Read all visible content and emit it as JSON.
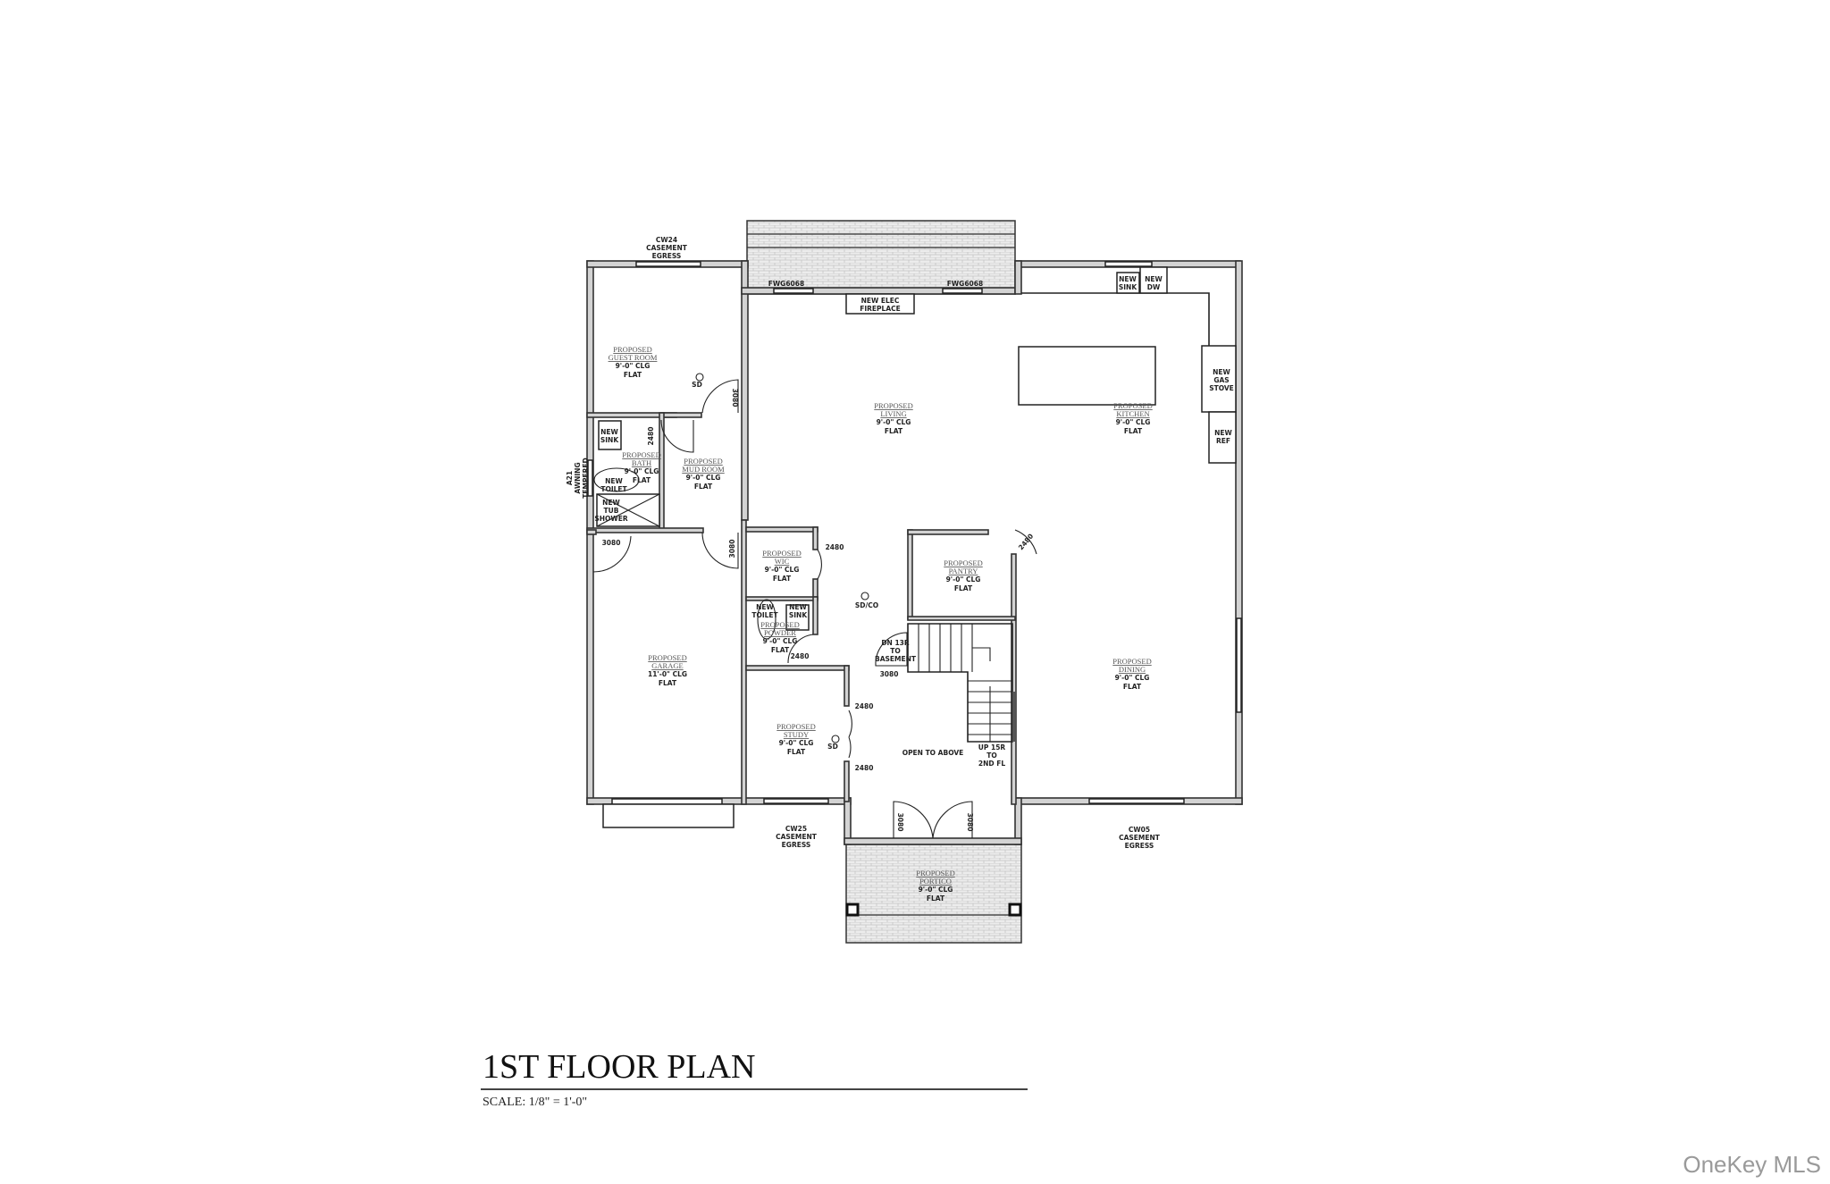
{
  "plan": {
    "title": "1ST FLOOR PLAN",
    "scale": "SCALE: 1/8\" = 1'-0\""
  },
  "rooms": [
    {
      "l1": "PROPOSED",
      "l2": "GUEST ROOM",
      "clg": "9'-0\" CLG",
      "fin": "FLAT"
    },
    {
      "l1": "PROPOSED",
      "l2": "LIVING",
      "clg": "9'-0\" CLG",
      "fin": "FLAT"
    },
    {
      "l1": "PROPOSED",
      "l2": "KITCHEN",
      "clg": "9'-0\" CLG",
      "fin": "FLAT"
    },
    {
      "l1": "PROPOSED",
      "l2": "BATH",
      "clg": "9'-0\" CLG",
      "fin": "FLAT"
    },
    {
      "l1": "PROPOSED",
      "l2": "MUD ROOM",
      "clg": "9'-0\" CLG",
      "fin": "FLAT"
    },
    {
      "l1": "PROPOSED",
      "l2": "WIC",
      "clg": "9'-0\" CLG",
      "fin": "FLAT"
    },
    {
      "l1": "PROPOSED",
      "l2": "PANTRY",
      "clg": "9'-0\" CLG",
      "fin": "FLAT"
    },
    {
      "l1": "PROPOSED",
      "l2": "POWDER",
      "clg": "9'-0\" CLG",
      "fin": "FLAT"
    },
    {
      "l1": "PROPOSED",
      "l2": "GARAGE",
      "clg": "11'-0\" CLG",
      "fin": "FLAT"
    },
    {
      "l1": "PROPOSED",
      "l2": "STUDY",
      "clg": "9'-0\" CLG",
      "fin": "FLAT"
    },
    {
      "l1": "PROPOSED",
      "l2": "DINING",
      "clg": "9'-0\" CLG",
      "fin": "FLAT"
    },
    {
      "l1": "PROPOSED",
      "l2": "PORTICO",
      "clg": "9'-0\" CLG",
      "fin": "FLAT"
    }
  ],
  "windows": {
    "cw24": [
      "CW24",
      "CASEMENT",
      "EGRESS"
    ],
    "cw25": [
      "CW25",
      "CASEMENT",
      "EGRESS"
    ],
    "cw05": [
      "CW05",
      "CASEMENT",
      "EGRESS"
    ],
    "a21": [
      "A21",
      "AWNING",
      "TEMPERED"
    ],
    "fwg_left": "FWG6068",
    "fwg_right": "FWG6068"
  },
  "fixtures": {
    "fireplace": [
      "NEW ELEC",
      "FIREPLACE"
    ],
    "kitchen_sink": [
      "NEW",
      "SINK"
    ],
    "dishwasher": [
      "NEW",
      "DW"
    ],
    "gas_stove": [
      "NEW",
      "GAS",
      "STOVE"
    ],
    "refrigerator": [
      "NEW",
      "REF"
    ],
    "bath_sink": [
      "NEW",
      "SINK"
    ],
    "bath_toilet": [
      "NEW",
      "TOILET"
    ],
    "tub_shower": [
      "NEW",
      "TUB",
      "SHOWER"
    ],
    "powder_toilet": [
      "NEW",
      "TOILET"
    ],
    "powder_sink": [
      "NEW",
      "SINK"
    ]
  },
  "notes": {
    "sd_guest": "SD",
    "sd_study": "SD",
    "sdco": "SD/CO",
    "stair_down": [
      "DN 13R",
      "TO",
      "BASEMENT"
    ],
    "stair_up": [
      "UP 15R",
      "TO",
      "2ND FL"
    ],
    "open_to_above": "OPEN TO ABOVE"
  },
  "doors": {
    "guest": "3080",
    "bath": "2480",
    "garage": "3080",
    "mud": "3080",
    "wic": "2480",
    "powder": "2480",
    "pantry": "2480",
    "stair": "3080",
    "study_top": "2480",
    "study_bottom": "2480",
    "front_left": "3080",
    "front_right": "3080"
  },
  "watermark": "OneKey MLS"
}
